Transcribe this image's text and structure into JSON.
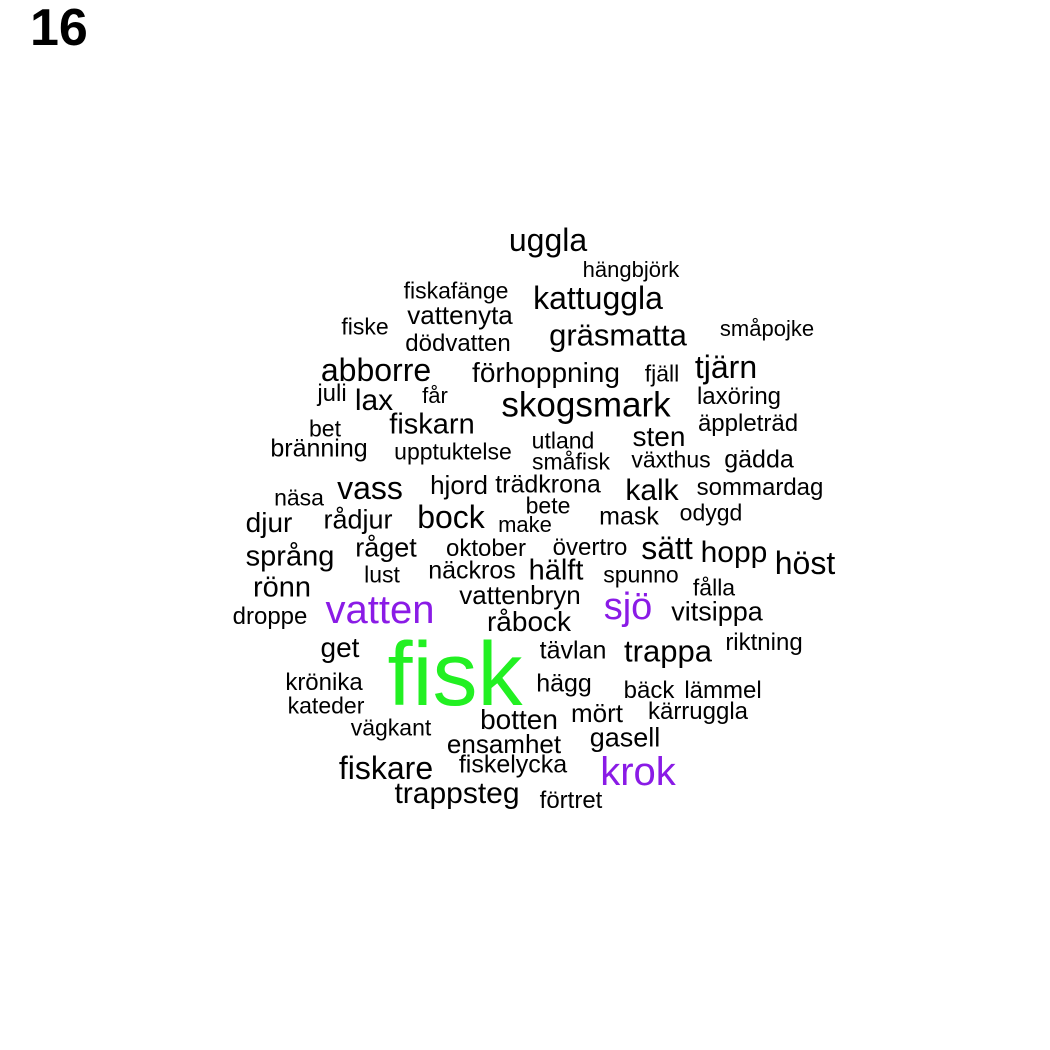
{
  "label": "16",
  "colors": {
    "default": "#000000",
    "top": "#22f022",
    "second": "#8a1be6"
  },
  "words": [
    {
      "text": "fisk",
      "color": "top"
    },
    {
      "text": "vatten",
      "color": "second"
    },
    {
      "text": "sjö",
      "color": "second"
    },
    {
      "text": "krok",
      "color": "second"
    },
    {
      "text": "uggla"
    },
    {
      "text": "hängbjörk"
    },
    {
      "text": "fiskafänge"
    },
    {
      "text": "kattuggla"
    },
    {
      "text": "vattenyta"
    },
    {
      "text": "fiske"
    },
    {
      "text": "gräsmatta"
    },
    {
      "text": "småpojke"
    },
    {
      "text": "dödvatten"
    },
    {
      "text": "abborre"
    },
    {
      "text": "förhoppning"
    },
    {
      "text": "fjäll"
    },
    {
      "text": "tjärn"
    },
    {
      "text": "juli"
    },
    {
      "text": "lax"
    },
    {
      "text": "får"
    },
    {
      "text": "skogsmark"
    },
    {
      "text": "laxöring"
    },
    {
      "text": "bet"
    },
    {
      "text": "fiskarn"
    },
    {
      "text": "äppleträd"
    },
    {
      "text": "sten"
    },
    {
      "text": "utland"
    },
    {
      "text": "bränning"
    },
    {
      "text": "upptuktelse"
    },
    {
      "text": "småfisk"
    },
    {
      "text": "växthus"
    },
    {
      "text": "gädda"
    },
    {
      "text": "hjord"
    },
    {
      "text": "trädkrona"
    },
    {
      "text": "kalk"
    },
    {
      "text": "sommardag"
    },
    {
      "text": "näsa"
    },
    {
      "text": "vass"
    },
    {
      "text": "bete"
    },
    {
      "text": "odygd"
    },
    {
      "text": "djur"
    },
    {
      "text": "rådjur"
    },
    {
      "text": "bock"
    },
    {
      "text": "make"
    },
    {
      "text": "mask"
    },
    {
      "text": "språng"
    },
    {
      "text": "råget"
    },
    {
      "text": "oktober"
    },
    {
      "text": "övertro"
    },
    {
      "text": "sätt"
    },
    {
      "text": "hopp"
    },
    {
      "text": "höst"
    },
    {
      "text": "lust"
    },
    {
      "text": "näckros"
    },
    {
      "text": "hälft"
    },
    {
      "text": "spunno"
    },
    {
      "text": "rönn"
    },
    {
      "text": "fålla"
    },
    {
      "text": "vattenbryn"
    },
    {
      "text": "droppe"
    },
    {
      "text": "vitsippa"
    },
    {
      "text": "råbock"
    },
    {
      "text": "riktning"
    },
    {
      "text": "get"
    },
    {
      "text": "tävlan"
    },
    {
      "text": "trappa"
    },
    {
      "text": "krönika"
    },
    {
      "text": "hägg"
    },
    {
      "text": "bäck"
    },
    {
      "text": "lämmel"
    },
    {
      "text": "kateder"
    },
    {
      "text": "kärruggla"
    },
    {
      "text": "vägkant"
    },
    {
      "text": "botten"
    },
    {
      "text": "mört"
    },
    {
      "text": "gasell"
    },
    {
      "text": "ensamhet"
    },
    {
      "text": "fiskare"
    },
    {
      "text": "fiskelycka"
    },
    {
      "text": "trappsteg"
    },
    {
      "text": "förtret"
    }
  ]
}
